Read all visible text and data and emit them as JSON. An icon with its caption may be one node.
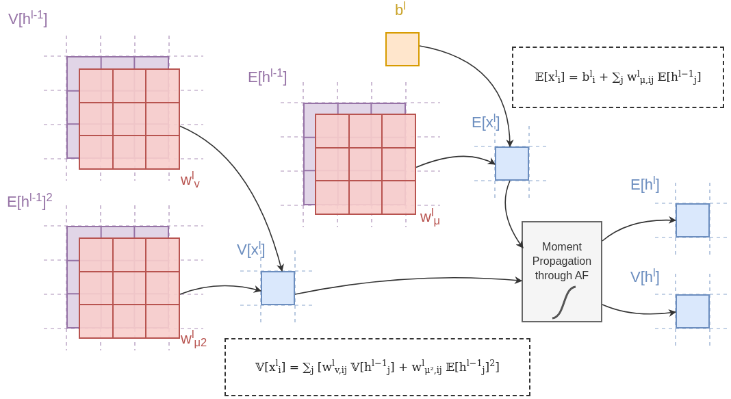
{
  "diagram": {
    "nodes": [
      {
        "text": [
          "V[h$^{l-1}$]"
        ]
      },
      {
        "text": [
          "w$^{l}$$_{v}$"
        ]
      },
      {
        "text": [
          "E[h$^{l-1}$]$^{2}$"
        ]
      },
      {
        "text": [
          "w$^{l}$$_{μ2}$"
        ]
      },
      {
        "text": [
          "E[h$^{l-1}$]"
        ]
      },
      {
        "text": [
          "w$^{l}$$_{μ}$"
        ]
      },
      {
        "text": [
          "b$^{l}$"
        ]
      },
      {
        "text": [
          "E[x$^{l}$]"
        ]
      },
      {
        "text": [
          "V[x$^{l}$]"
        ]
      },
      {
        "text": [
          "Moment Propagation through AF"
        ]
      },
      {
        "text": [
          "E[h$^{l}$]"
        ]
      },
      {
        "text": [
          "V[h$^{l}$]"
        ]
      },
      {
        "text": [
          "𝔼[x$^{l}$$_{i}$] = b$^{l}$$_{i}$ + ∑$_{j}$ w$^{l}$$_{μ,ij}$ 𝔼[h$^{l−1}$$_{j}$]"
        ]
      },
      {
        "text": [
          "𝕍[x$^{l}$$_{i}$] = ∑$_{j}$ [w$^{l}$$_{v,ij}$ 𝕍[h$^{l−1}$$_{j}$] + w$^{l}$$_{μ²,ij}$ 𝔼[h$^{l−1}$$_{j}$]$^{2}$]"
        ]
      }
    ],
    "edges": [
      {
        "from": 1,
        "to": 8,
        "arrow": "to"
      },
      {
        "from": 3,
        "to": 8,
        "arrow": "to"
      },
      {
        "from": 5,
        "to": 7,
        "arrow": "to"
      },
      {
        "from": 6,
        "to": 7,
        "arrow": "to"
      },
      {
        "from": 7,
        "to": 9,
        "arrow": "to"
      },
      {
        "from": 8,
        "to": 9,
        "arrow": "to"
      },
      {
        "from": 9,
        "to": 10,
        "arrow": "to"
      },
      {
        "from": 9,
        "to": 11,
        "arrow": "to"
      }
    ]
  }
}
